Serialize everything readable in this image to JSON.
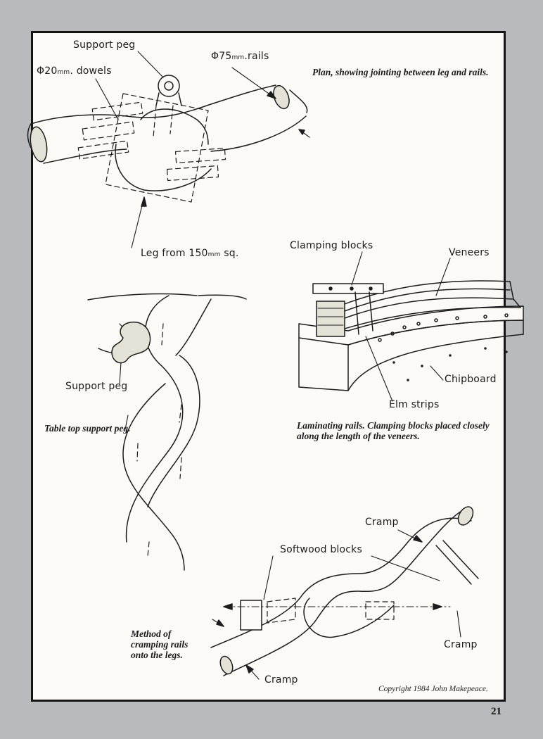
{
  "labels": {
    "support_peg_top": "Support peg",
    "rails_size": "75",
    "rails_unit": "mm",
    "rails_text": ".rails",
    "dowels_size": "20",
    "dowels_unit": "mm",
    "dowels_text": ". dowels",
    "diameter_symbol": "Φ",
    "leg_text_a": "Leg from 150",
    "leg_unit": "mm",
    "leg_text_b": " sq.",
    "clamping_blocks": "Clamping blocks",
    "veneers": "Veneers",
    "chipboard": "Chipboard",
    "elm_strips": "Elm strips",
    "support_peg_mid": "Support peg",
    "cramp_top": "Cramp",
    "softwood_blocks": "Softwood blocks",
    "cramp_right": "Cramp",
    "cramp_bottom": "Cramp"
  },
  "captions": {
    "plan": "Plan, showing jointing between leg and rails.",
    "laminating": "Laminating rails.  Clamping blocks placed closely along the length of the veneers.",
    "table_top": "Table top support peg.",
    "method": "Method of cramping rails onto the legs."
  },
  "copyright": "Copyright 1984 John Makepeace.",
  "page_number": "21"
}
